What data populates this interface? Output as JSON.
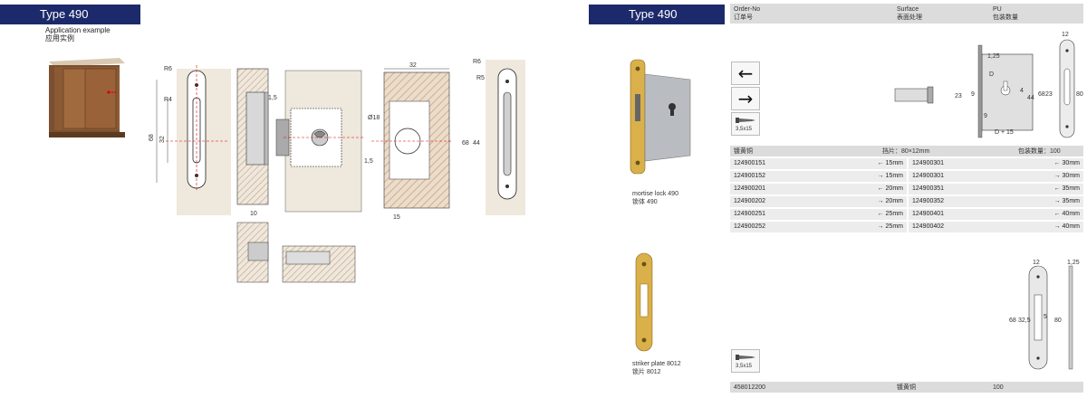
{
  "left": {
    "type_label": "Type 490",
    "application_en": "Application  example",
    "application_zh": "应用实例",
    "dimensions": {
      "r6": "R6",
      "r4": "R4",
      "d68": "68",
      "d32": "32",
      "d1_5_top": "1,5",
      "d10": "10",
      "d32_top": "32",
      "d18": "Ø18",
      "d1_5_bottom": "1,5",
      "d15": "15",
      "r6_b": "R6",
      "r5": "R5",
      "d68_b": "68",
      "d44": "44"
    }
  },
  "right": {
    "type_label": "Type 490",
    "header": {
      "order_no_en": "Order-No",
      "order_no_zh": "订单号",
      "surface_en": "Surface",
      "surface_zh": "表面处理",
      "pu_en": "PU",
      "pu_zh": "包装数量"
    },
    "lock": {
      "caption_en": "mortise lock 490",
      "caption_zh": "锁体  490",
      "screw_label": "3,5x15",
      "arrow_left": "←",
      "arrow_right": "→",
      "material": "镀黄铜",
      "faceplate": "挡片：80×12mm",
      "pu": "包装数量：100",
      "rows_left": [
        {
          "code": "124900151",
          "dir": "←   15mm"
        },
        {
          "code": "124900152",
          "dir": "→   15mm"
        },
        {
          "code": "124900201",
          "dir": "←   20mm"
        },
        {
          "code": "124900202",
          "dir": "→   20mm"
        },
        {
          "code": "124900251",
          "dir": "←   25mm"
        },
        {
          "code": "124900252",
          "dir": "→   25mm"
        }
      ],
      "rows_right": [
        {
          "code": "124900301",
          "dir": "←   30mm"
        },
        {
          "code": "124900301",
          "dir": "→   30mm"
        },
        {
          "code": "124900351",
          "dir": "←   35mm"
        },
        {
          "code": "124900352",
          "dir": "→   35mm"
        },
        {
          "code": "124900401",
          "dir": "←   40mm"
        },
        {
          "code": "124900402",
          "dir": "→   40mm"
        }
      ],
      "dimensions": {
        "d1_25": "1,25",
        "d12": "12",
        "d23": "23",
        "d9": "9",
        "d4": "4",
        "d44": "44",
        "d68": "68",
        "d23b": "23",
        "d80": "80",
        "d9b": "9",
        "d_plus": "D + 15",
        "label_d": "D"
      }
    },
    "striker": {
      "caption_en": "striker plate 8012",
      "caption_zh": "锁片  8012",
      "screw_label": "3,5x15",
      "code": "458012200",
      "material": "镀黄铜",
      "pu": "100",
      "dimensions": {
        "d12": "12",
        "d1_25": "1,25",
        "d68": "68",
        "d32_5": "32,5",
        "d80": "80",
        "d5": "5"
      }
    }
  }
}
